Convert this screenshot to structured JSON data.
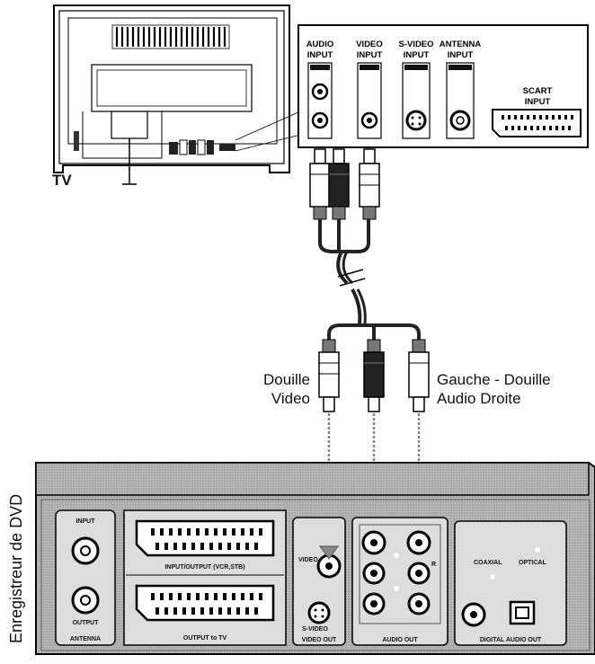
{
  "tv": {
    "label": "TV",
    "inputs": {
      "audio": [
        "AUDIO",
        "INPUT"
      ],
      "video": [
        "VIDEO",
        "INPUT"
      ],
      "svideo": [
        "S-VIDEO",
        "INPUT"
      ],
      "antenna": [
        "ANTENNA",
        "INPUT"
      ],
      "scart": [
        "SCART",
        "INPUT"
      ]
    }
  },
  "cable_labels": {
    "video_jack": [
      "Douille",
      "Video"
    ],
    "audio_jack": [
      "Gauche - Douille",
      "Audio Droite"
    ]
  },
  "dvd": {
    "side_label": "Enregistreur de DVD",
    "antenna": {
      "input": "INPUT",
      "output": "OUTPUT",
      "group": "ANTENNA"
    },
    "scart1": "INPUT/OUTPUT (VCR,STB)",
    "scart2": "OUTPUT to TV",
    "video_out": {
      "video": "VIDEO",
      "svideo": "S-VIDEO",
      "group": "VIDEO OUT"
    },
    "audio_out": {
      "group": "AUDIO OUT",
      "r": "R"
    },
    "digital": {
      "coaxial": "COAXIAL",
      "optical": "OPTICAL",
      "group": "DIGITAL AUDIO OUT"
    }
  }
}
